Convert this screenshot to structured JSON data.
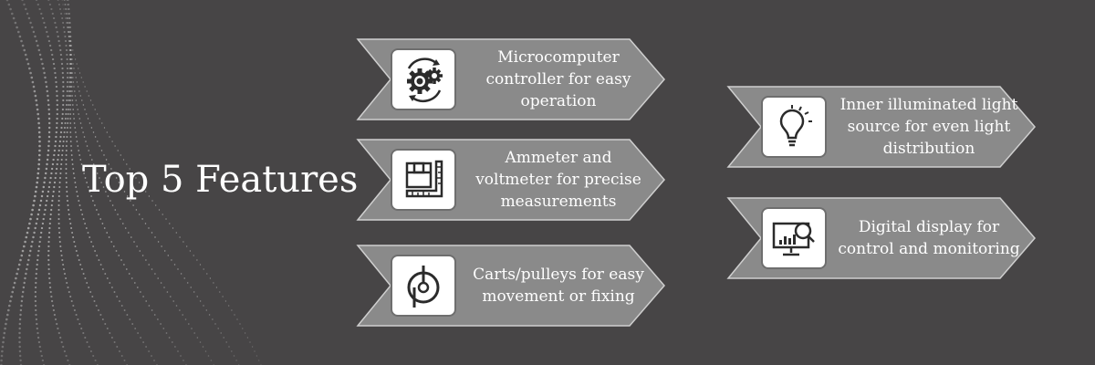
{
  "title": "Top 5 Features",
  "colors": {
    "background": "#474546",
    "card": "#8a8a8a",
    "card_border": "#cfcfcf",
    "text": "#ffffff",
    "icon": "#2b2b2b"
  },
  "features": [
    {
      "icon": "gears-icon",
      "text": "Microcomputer controller for easy operation"
    },
    {
      "icon": "ruler-box-icon",
      "text": "Ammeter and voltmeter for precise measurements"
    },
    {
      "icon": "pulley-icon",
      "text": "Carts/pulleys for easy movement or fixing"
    },
    {
      "icon": "lightbulb-icon",
      "text": "Inner illuminated light source for even light distribution"
    },
    {
      "icon": "monitor-analytics-icon",
      "text": "Digital display for control and monitoring"
    }
  ]
}
